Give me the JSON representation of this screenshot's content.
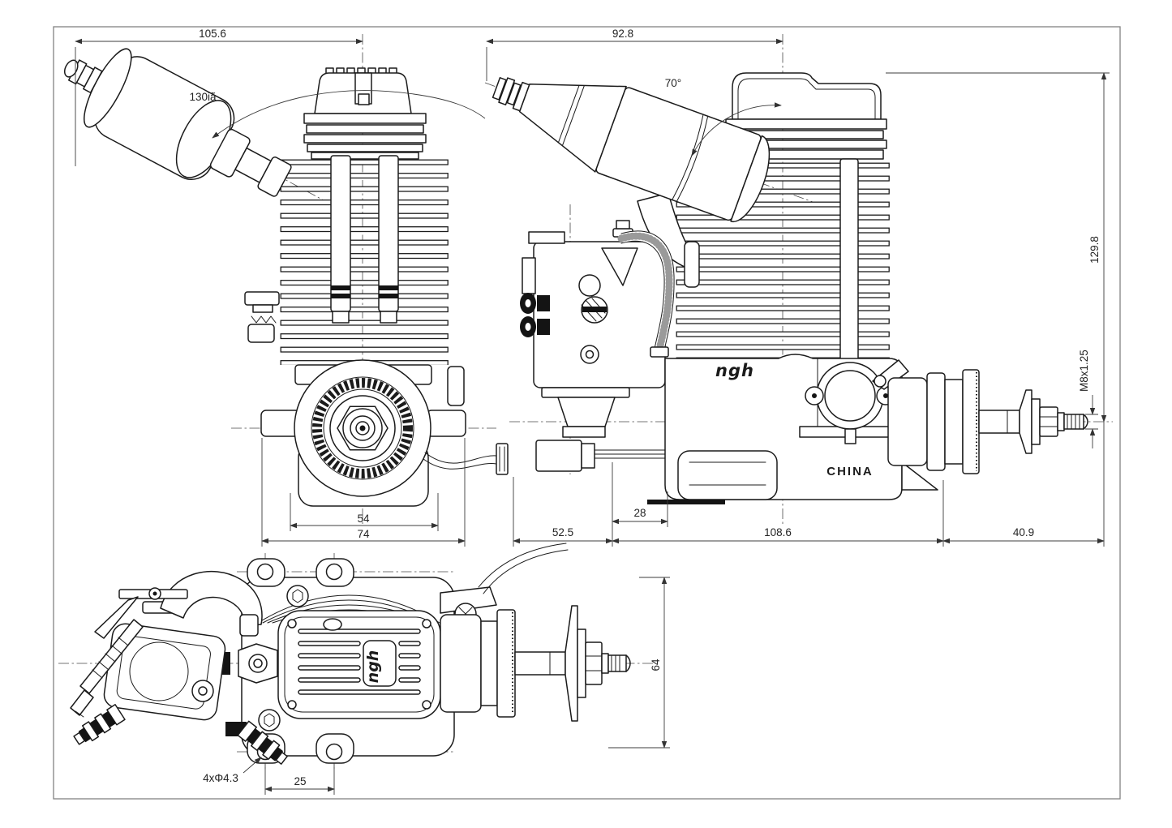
{
  "drawing": {
    "kind": "3-view engineering drawing",
    "subject": "ngh single-cylinder RC gas engine",
    "brand_logo": "ngh",
    "origin_text": "CHINA",
    "views": [
      {
        "id": "front",
        "label": "front view, muffler upper-left"
      },
      {
        "id": "side",
        "label": "side view, muffler / carburetor / prop shaft"
      },
      {
        "id": "top",
        "label": "top view, carburetor left, prop shaft right"
      }
    ],
    "dimensions": {
      "front_overall_width": "105.6",
      "front_muffler_angle": "130iã",
      "front_case_width": "54",
      "front_mount_width": "74",
      "side_muffler_reach": "92.8",
      "side_muffler_angle": "70°",
      "side_overall_height": "129.8",
      "prop_shaft_thread": "M8x1.25",
      "side_carb_overhang": "52.5",
      "side_front_offset": "28",
      "side_case_length": "108.6",
      "side_shaft_length": "40.9",
      "mount_hole_callout": "4xΦ4.3",
      "mount_hole_pitch": "25",
      "top_overall_height": "64"
    }
  }
}
